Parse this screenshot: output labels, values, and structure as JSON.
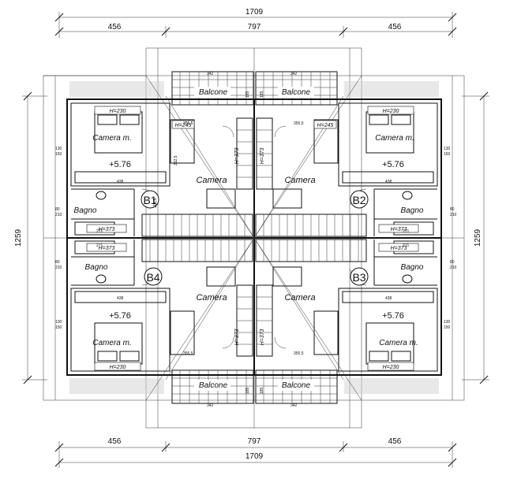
{
  "dimensions": {
    "top_total": "1709",
    "top_left": "456",
    "top_mid": "797",
    "top_right": "456",
    "bottom_left": "456",
    "bottom_mid": "797",
    "bottom_right": "456",
    "bottom_total": "1709",
    "left_height": "1259",
    "right_height": "1259"
  },
  "units": [
    {
      "id": "B1",
      "room": "Camera",
      "master": "Camera m.",
      "bath": "Bagno",
      "level": "+5.76",
      "h_bed": "H=230",
      "h_bath": "H=373",
      "h_closet": "H=245",
      "h_room": "H=373"
    },
    {
      "id": "B2",
      "room": "Camera",
      "master": "Camera m.",
      "bath": "Bagno",
      "level": "+5.76",
      "h_bed": "H=230",
      "h_bath": "H=373",
      "h_closet": "H=245",
      "h_room": "H=373"
    },
    {
      "id": "B3",
      "room": "Camera",
      "master": "Camera m.",
      "bath": "Bagno",
      "level": "+5.76",
      "h_bed": "H=230",
      "h_bath": "H=373",
      "h_closet": "",
      "h_room": "H=373"
    },
    {
      "id": "B4",
      "room": "Camera",
      "master": "Camera m.",
      "bath": "Bagno",
      "level": "+5.76",
      "h_bed": "H=230",
      "h_bath": "H=373",
      "h_closet": "",
      "h_room": "H=373"
    }
  ],
  "balconies": {
    "label": "Balcone",
    "width": "342",
    "depth": "185"
  },
  "small_dims": {
    "d438": "438",
    "d271": "271",
    "d80": "80",
    "d210": "210",
    "d130": "130",
    "d150": "150",
    "d3555": "355,5",
    "d1155": "115,5",
    "d2125": "212,5"
  }
}
